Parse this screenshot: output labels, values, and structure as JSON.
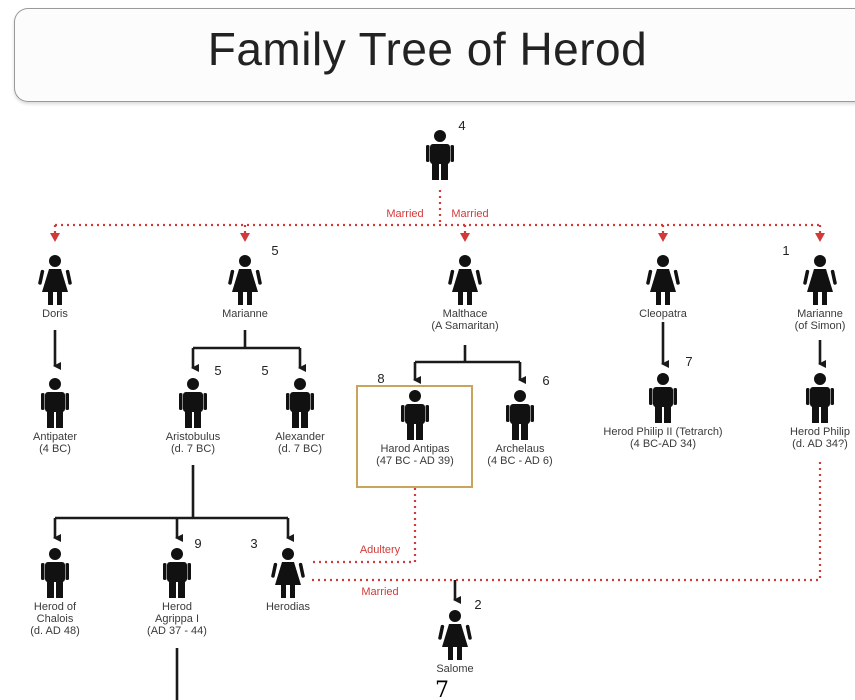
{
  "title": "Family Tree of Herod",
  "page_number": "7",
  "colors": {
    "line": "#1a1a1a",
    "dotted": "#d23a3a",
    "highlight": "#c9a45c"
  },
  "people": [
    {
      "id": "herod",
      "lines": [],
      "number": "4",
      "gender": "male"
    },
    {
      "id": "doris",
      "lines": [
        "Doris"
      ],
      "number": "",
      "gender": "female"
    },
    {
      "id": "mariamne1",
      "lines": [
        "Marianne"
      ],
      "number": "5",
      "gender": "female"
    },
    {
      "id": "malthace",
      "lines": [
        "Malthace",
        "(A Samaritan)"
      ],
      "number": "",
      "gender": "female"
    },
    {
      "id": "cleopatra",
      "lines": [
        "Cleopatra"
      ],
      "number": "",
      "gender": "female"
    },
    {
      "id": "mariamne2",
      "lines": [
        "Marianne",
        "(of Simon)"
      ],
      "number": "1",
      "gender": "female"
    },
    {
      "id": "antipater",
      "lines": [
        "Antipater",
        "(4 BC)"
      ],
      "number": "",
      "gender": "male"
    },
    {
      "id": "aristobulus",
      "lines": [
        "Aristobulus",
        "(d. 7 BC)"
      ],
      "number": "5",
      "gender": "male"
    },
    {
      "id": "alexander",
      "lines": [
        "Alexander",
        "(d. 7 BC)"
      ],
      "number": "5",
      "gender": "male"
    },
    {
      "id": "antipas",
      "lines": [
        "Harod Antipas",
        "(47 BC - AD 39)"
      ],
      "number": "8",
      "gender": "male"
    },
    {
      "id": "archelaus",
      "lines": [
        "Archelaus",
        "(4 BC - AD 6)"
      ],
      "number": "6",
      "gender": "male"
    },
    {
      "id": "philip2",
      "lines": [
        "Herod Philip II (Tetrarch)",
        "(4 BC-AD 34)"
      ],
      "number": "7",
      "gender": "male"
    },
    {
      "id": "philip",
      "lines": [
        "Herod Philip",
        "(d. AD 34?)"
      ],
      "number": "",
      "gender": "male"
    },
    {
      "id": "chalcis",
      "lines": [
        "Herod of",
        "Chalois",
        "(d. AD 48)"
      ],
      "number": "",
      "gender": "male"
    },
    {
      "id": "agrippa",
      "lines": [
        "Herod",
        "Agrippa I",
        "(AD 37 - 44)"
      ],
      "number": "9",
      "gender": "male"
    },
    {
      "id": "herodias",
      "lines": [
        "Herodias"
      ],
      "number": "3",
      "gender": "female"
    },
    {
      "id": "salome",
      "lines": [
        "Salome"
      ],
      "number": "2",
      "gender": "female"
    }
  ],
  "relations": {
    "married_left": "Married",
    "married_right": "Married",
    "adultery": "Adultery",
    "married_bottom": "Married"
  }
}
